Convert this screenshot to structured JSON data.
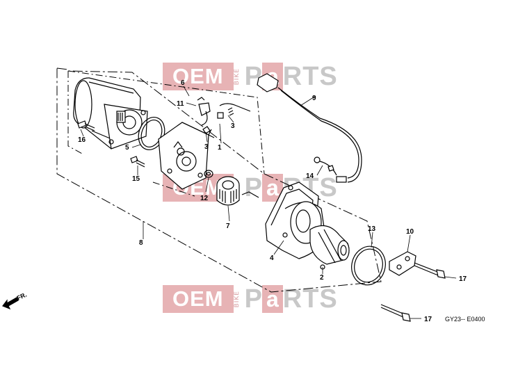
{
  "watermark": {
    "oem": "OEM",
    "bike": "BIKE",
    "p": "P",
    "a": "a",
    "rts": "RTS"
  },
  "callouts": {
    "n1": "1",
    "n2": "2",
    "n3a": "3",
    "n3b": "3",
    "n4": "4",
    "n5": "5",
    "n6": "6",
    "n7": "7",
    "n8": "8",
    "n9": "9",
    "n10": "10",
    "n11": "11",
    "n12": "12",
    "n13": "13",
    "n14": "14",
    "n15": "15",
    "n16": "16",
    "n17a": "17",
    "n17b": "17"
  },
  "direction_label": "FR.",
  "drawing_code": "GY23-- E0400",
  "colors": {
    "line": "#000000",
    "watermark_red": "#e7b3b5",
    "watermark_gray": "#c8c8c8"
  }
}
